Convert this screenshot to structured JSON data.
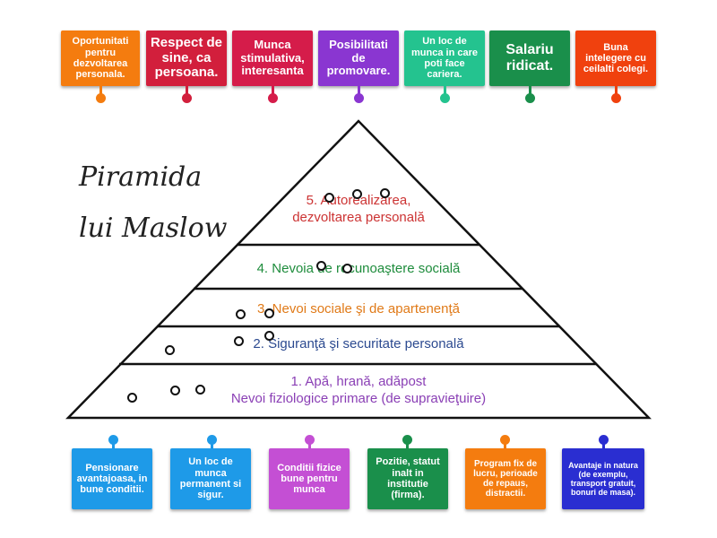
{
  "title": {
    "line1": "Piramida",
    "line2": "lui Maslow"
  },
  "top_cards": [
    {
      "text": "Oportunitati pentru dezvoltarea personala.",
      "color": "#f47c0f"
    },
    {
      "text": "Respect de sine, ca persoana.",
      "color": "#d21f3c"
    },
    {
      "text": "Munca stimulativa, interesanta",
      "color": "#d51c4a"
    },
    {
      "text": "Posibilitati de promovare.",
      "color": "#8a36d1"
    },
    {
      "text": "Un loc de munca in care poti face cariera.",
      "color": "#24c38f"
    },
    {
      "text": "Salariu ridicat.",
      "color": "#1a8f4b"
    },
    {
      "text": "Buna intelegere cu ceilalti colegi.",
      "color": "#f0410e"
    }
  ],
  "bottom_cards": [
    {
      "text": "Pensionare avantajoasa, in bune conditii.",
      "color": "#1e9ae8"
    },
    {
      "text": "Un loc de munca permanent si sigur.",
      "color": "#1e9ae8"
    },
    {
      "text": "Conditii fizice bune pentru munca",
      "color": "#c44fd4"
    },
    {
      "text": "Pozitie, statut inalt in institutie (firma).",
      "color": "#1a8f4b"
    },
    {
      "text": "Program fix de lucru, perioade de repaus, distractii.",
      "color": "#f47c0f"
    },
    {
      "text": "Avantaje in natura (de exemplu, transport gratuit, bonuri de masa).",
      "color": "#2a2ed1"
    }
  ],
  "levels": [
    {
      "line1": "5. Autorealizarea,",
      "line2": "dezvoltarea personală",
      "color": "#cc3333"
    },
    {
      "line1": "4. Nevoia de recunoaştere socială",
      "color": "#1e8c3c"
    },
    {
      "line1": "3. Nevoi sociale şi de apartenenţă",
      "color": "#e07a18"
    },
    {
      "line1": "2. Siguranţă şi securitate personală",
      "color": "#2c4a90"
    },
    {
      "line1": "1. Apă, hrană, adăpost",
      "line2": "Nevoi fiziologice primare (de supravieţuire)",
      "color": "#8a3fb5"
    }
  ]
}
